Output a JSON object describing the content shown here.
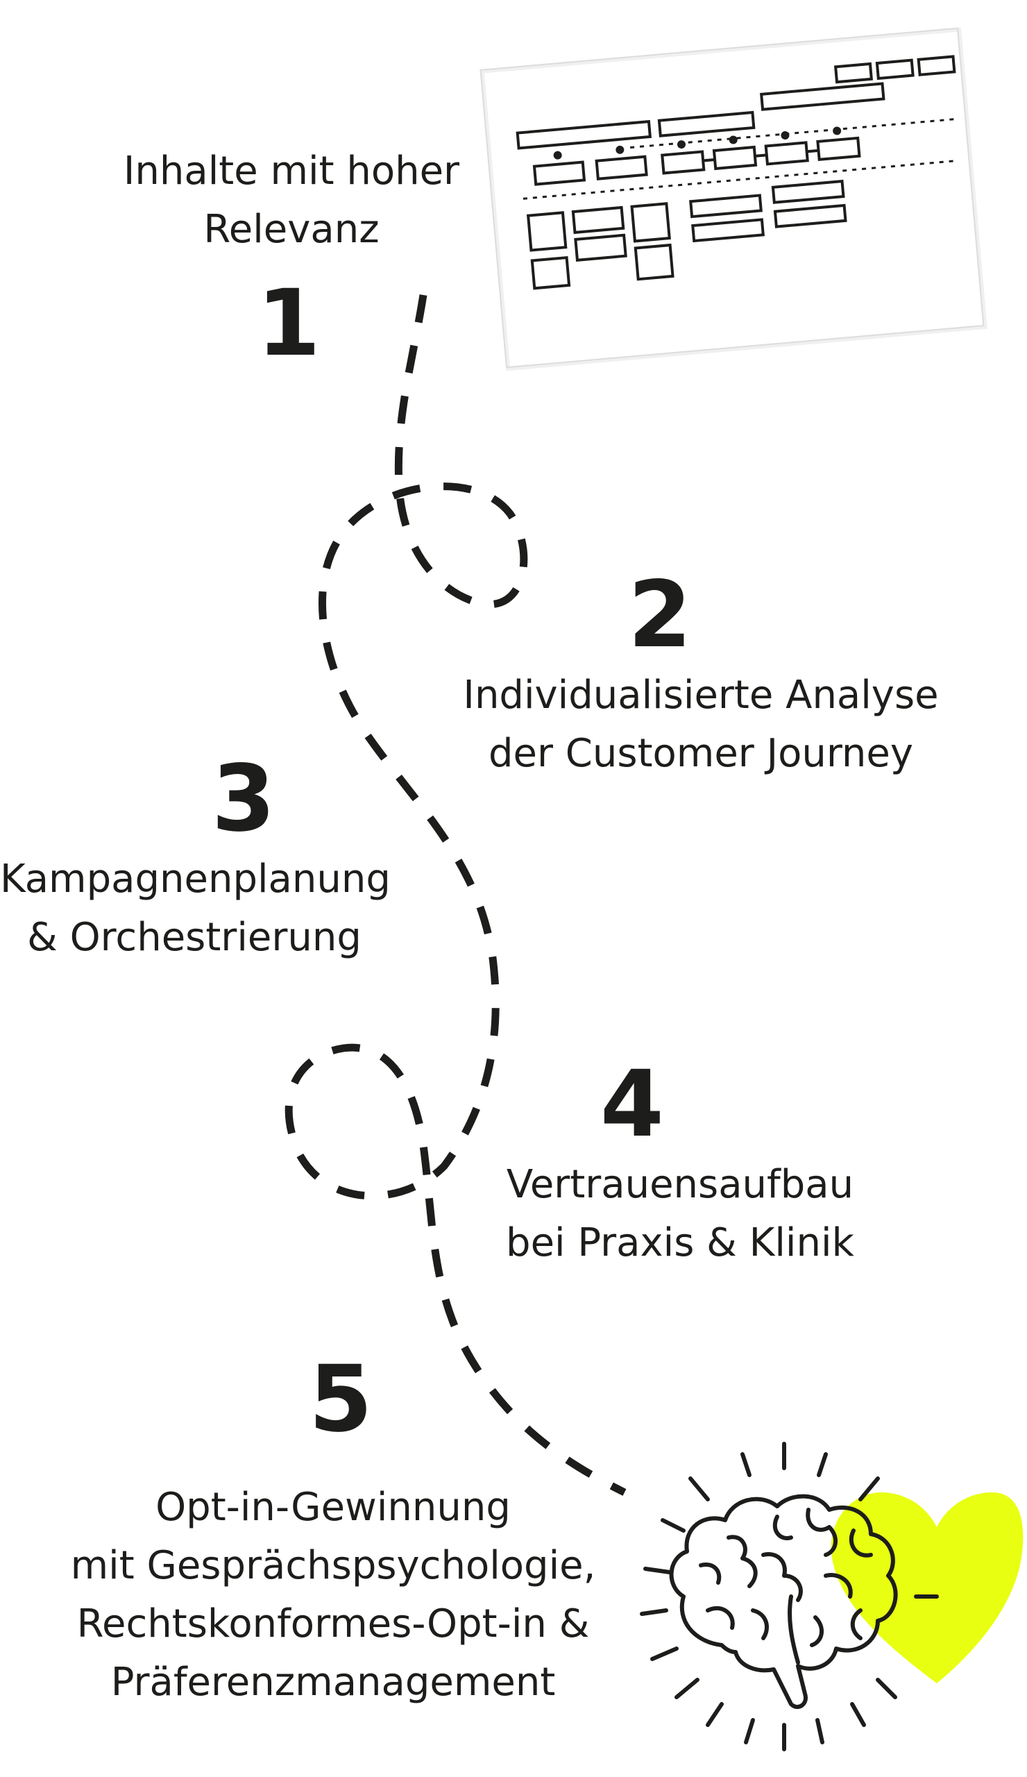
{
  "steps": [
    {
      "number": "1",
      "label_lines": [
        "Inhalte mit hoher",
        "Relevanz"
      ]
    },
    {
      "number": "2",
      "label_lines": [
        "Individualisierte Analyse",
        "der Customer Journey"
      ]
    },
    {
      "number": "3",
      "label_lines": [
        "Kampagnenplanung",
        "& Orchestrierung"
      ]
    },
    {
      "number": "4",
      "label_lines": [
        "Vertrauensaufbau",
        "bei Praxis & Klinik"
      ]
    },
    {
      "number": "5",
      "label_lines": [
        "Opt-in-Gewinnung",
        "mit Gesprächspsychologie,",
        "Rechtskonformes-Opt-in &",
        "Präferenzmanagement"
      ]
    }
  ],
  "icons": {
    "wireframe": "wireframe-sheet-icon",
    "brain": "brain-icon",
    "heart": "heart-icon"
  },
  "colors": {
    "ink": "#1d1d1b",
    "accent": "#e8ff12",
    "paper": "#ffffff"
  }
}
